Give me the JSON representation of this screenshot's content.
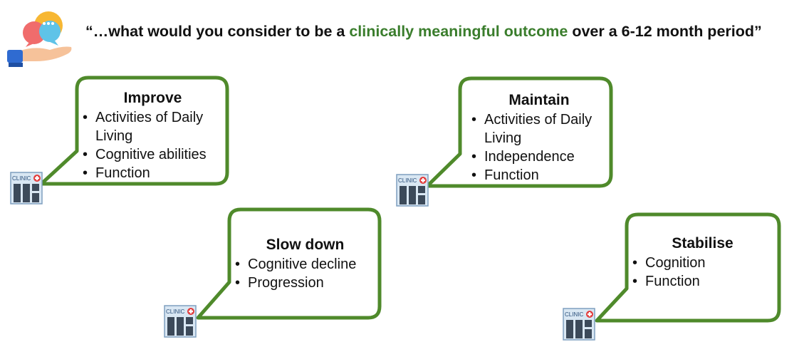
{
  "header": {
    "quote_open": "“…what would you consider to be a ",
    "quote_highlight": "clinically meaningful outcome",
    "quote_close": " over a 6-12 month period”",
    "highlight_color": "#3a7d2c",
    "icon": "hand-with-speech-bubbles-icon"
  },
  "clinic_sign": "CLINIC",
  "border_color": "#4f8a2b",
  "callouts": {
    "improve": {
      "title": "Improve",
      "items": [
        "Activities of Daily",
        "Living",
        "Cognitive abilities",
        "Function"
      ]
    },
    "maintain": {
      "title": "Maintain",
      "items": [
        "Activities of Daily",
        "Living",
        "Independence",
        "Function"
      ]
    },
    "slow_down": {
      "title": "Slow down",
      "items": [
        "Cognitive decline",
        "Progression"
      ]
    },
    "stabilise": {
      "title": "Stabilise",
      "items": [
        "Cognition",
        "Function"
      ]
    }
  }
}
